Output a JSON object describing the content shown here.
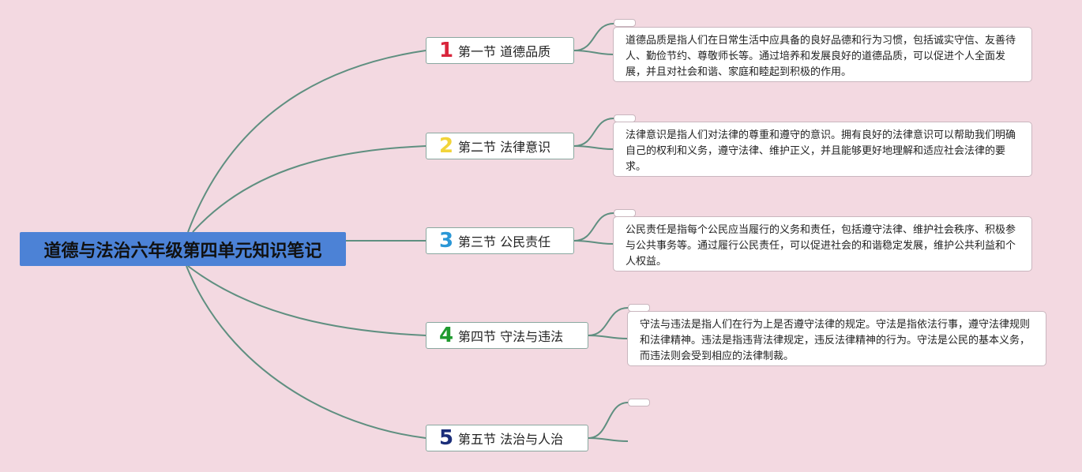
{
  "root": {
    "title": "道德与法治六年级第四单元知识笔记"
  },
  "topics": [
    {
      "number": "1",
      "label": "第一节 道德品质",
      "color": "#d9263c",
      "note": "道德品质是指人们在日常生活中应具备的良好品德和行为习惯，包括诚实守信、友善待人、勤俭节约、尊敬师长等。通过培养和发展良好的道德品质，可以促进个人全面发展，并且对社会和谐、家庭和睦起到积极的作用。"
    },
    {
      "number": "2",
      "label": "第二节 法律意识",
      "color": "#f2d43a",
      "note": "法律意识是指人们对法律的尊重和遵守的意识。拥有良好的法律意识可以帮助我们明确自己的权利和义务，遵守法律、维护正义，并且能够更好地理解和适应社会法律的要求。"
    },
    {
      "number": "3",
      "label": "第三节 公民责任",
      "color": "#2a97d6",
      "note": "公民责任是指每个公民应当履行的义务和责任，包括遵守法律、维护社会秩序、积极参与公共事务等。通过履行公民责任，可以促进社会的和谐稳定发展，维护公共利益和个人权益。"
    },
    {
      "number": "4",
      "label": "第四节 守法与违法",
      "color": "#1f9a2e",
      "note": "守法与违法是指人们在行为上是否遵守法律的规定。守法是指依法行事，遵守法律规则和法律精神。违法是指违背法律规定，违反法律精神的行为。守法是公民的基本义务，而违法则会受到相应的法律制裁。"
    },
    {
      "number": "5",
      "label": "第五节 法治与人治",
      "color": "#1b2e7a",
      "note": ""
    }
  ],
  "colors": {
    "background": "#f3d9e1",
    "root": "#4c82d6",
    "connector": "#5f8f80"
  }
}
